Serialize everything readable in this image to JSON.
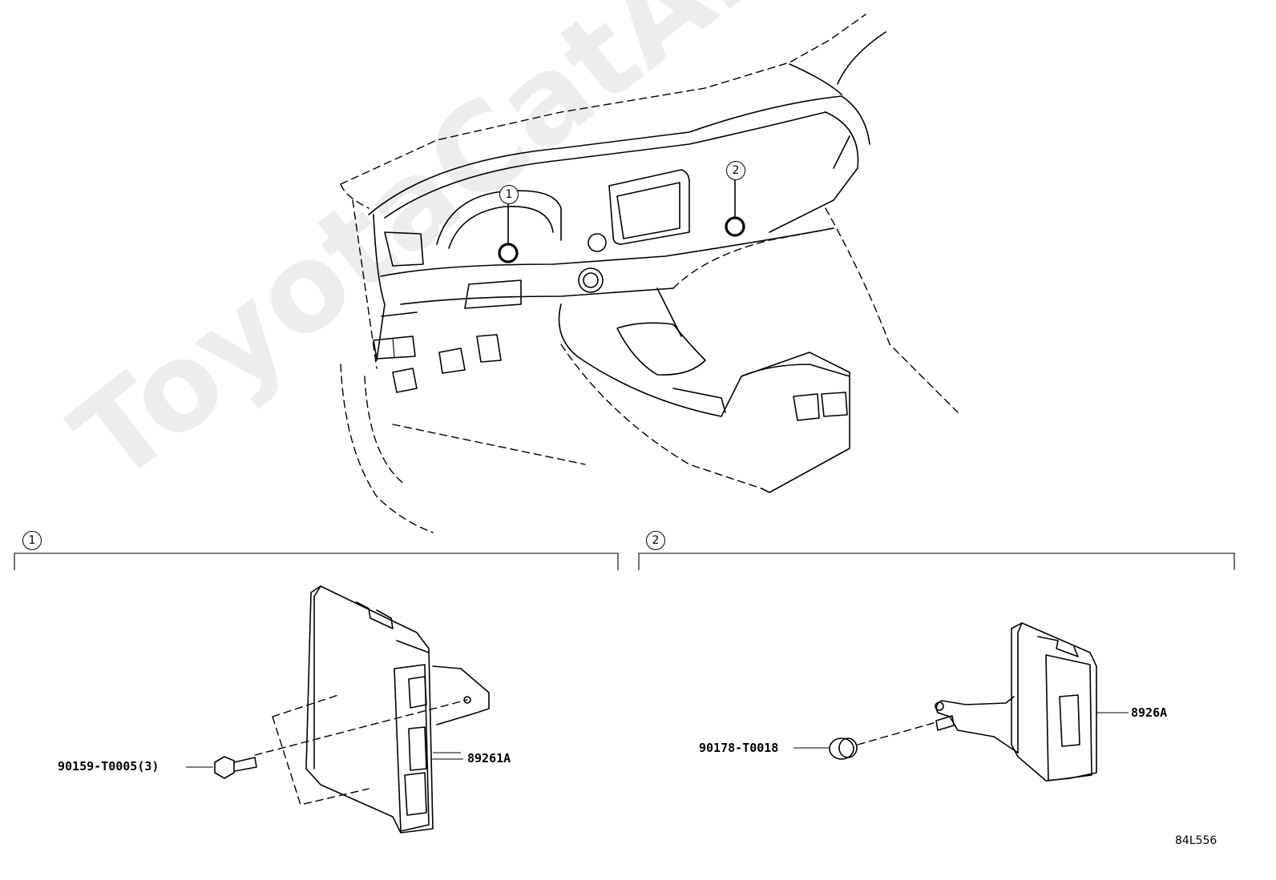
{
  "callouts": {
    "one": "1",
    "two": "2"
  },
  "sections": {
    "one": "1",
    "two": "2"
  },
  "parts": {
    "bolt": "90159-T0005(3)",
    "module_1": "89261A",
    "nut": "90178-T0018",
    "module_2": "8926A"
  },
  "watermark": "ToyotaCatAline.ru",
  "reference_code": "84L556"
}
